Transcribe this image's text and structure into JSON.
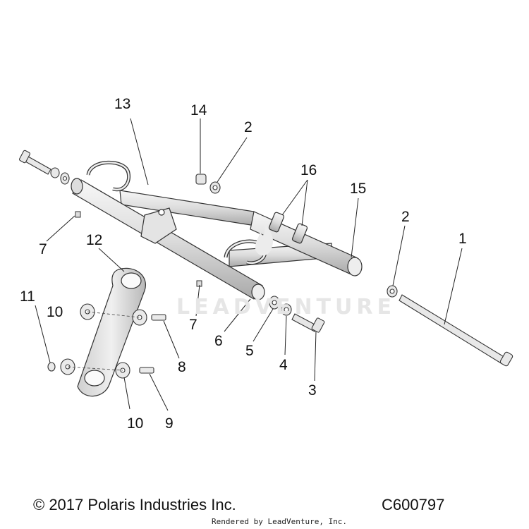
{
  "footer": {
    "copyright": "© 2017 Polaris Industries Inc.",
    "part_code": "C600797",
    "rendered_by": "Rendered by LeadVenture, Inc."
  },
  "watermark": {
    "text": "LEADVENTURE"
  },
  "callouts": [
    "13",
    "14",
    "2",
    "16",
    "15",
    "2",
    "1",
    "12",
    "7",
    "11",
    "10",
    "7",
    "6",
    "5",
    "4",
    "3",
    "8",
    "10",
    "9"
  ]
}
